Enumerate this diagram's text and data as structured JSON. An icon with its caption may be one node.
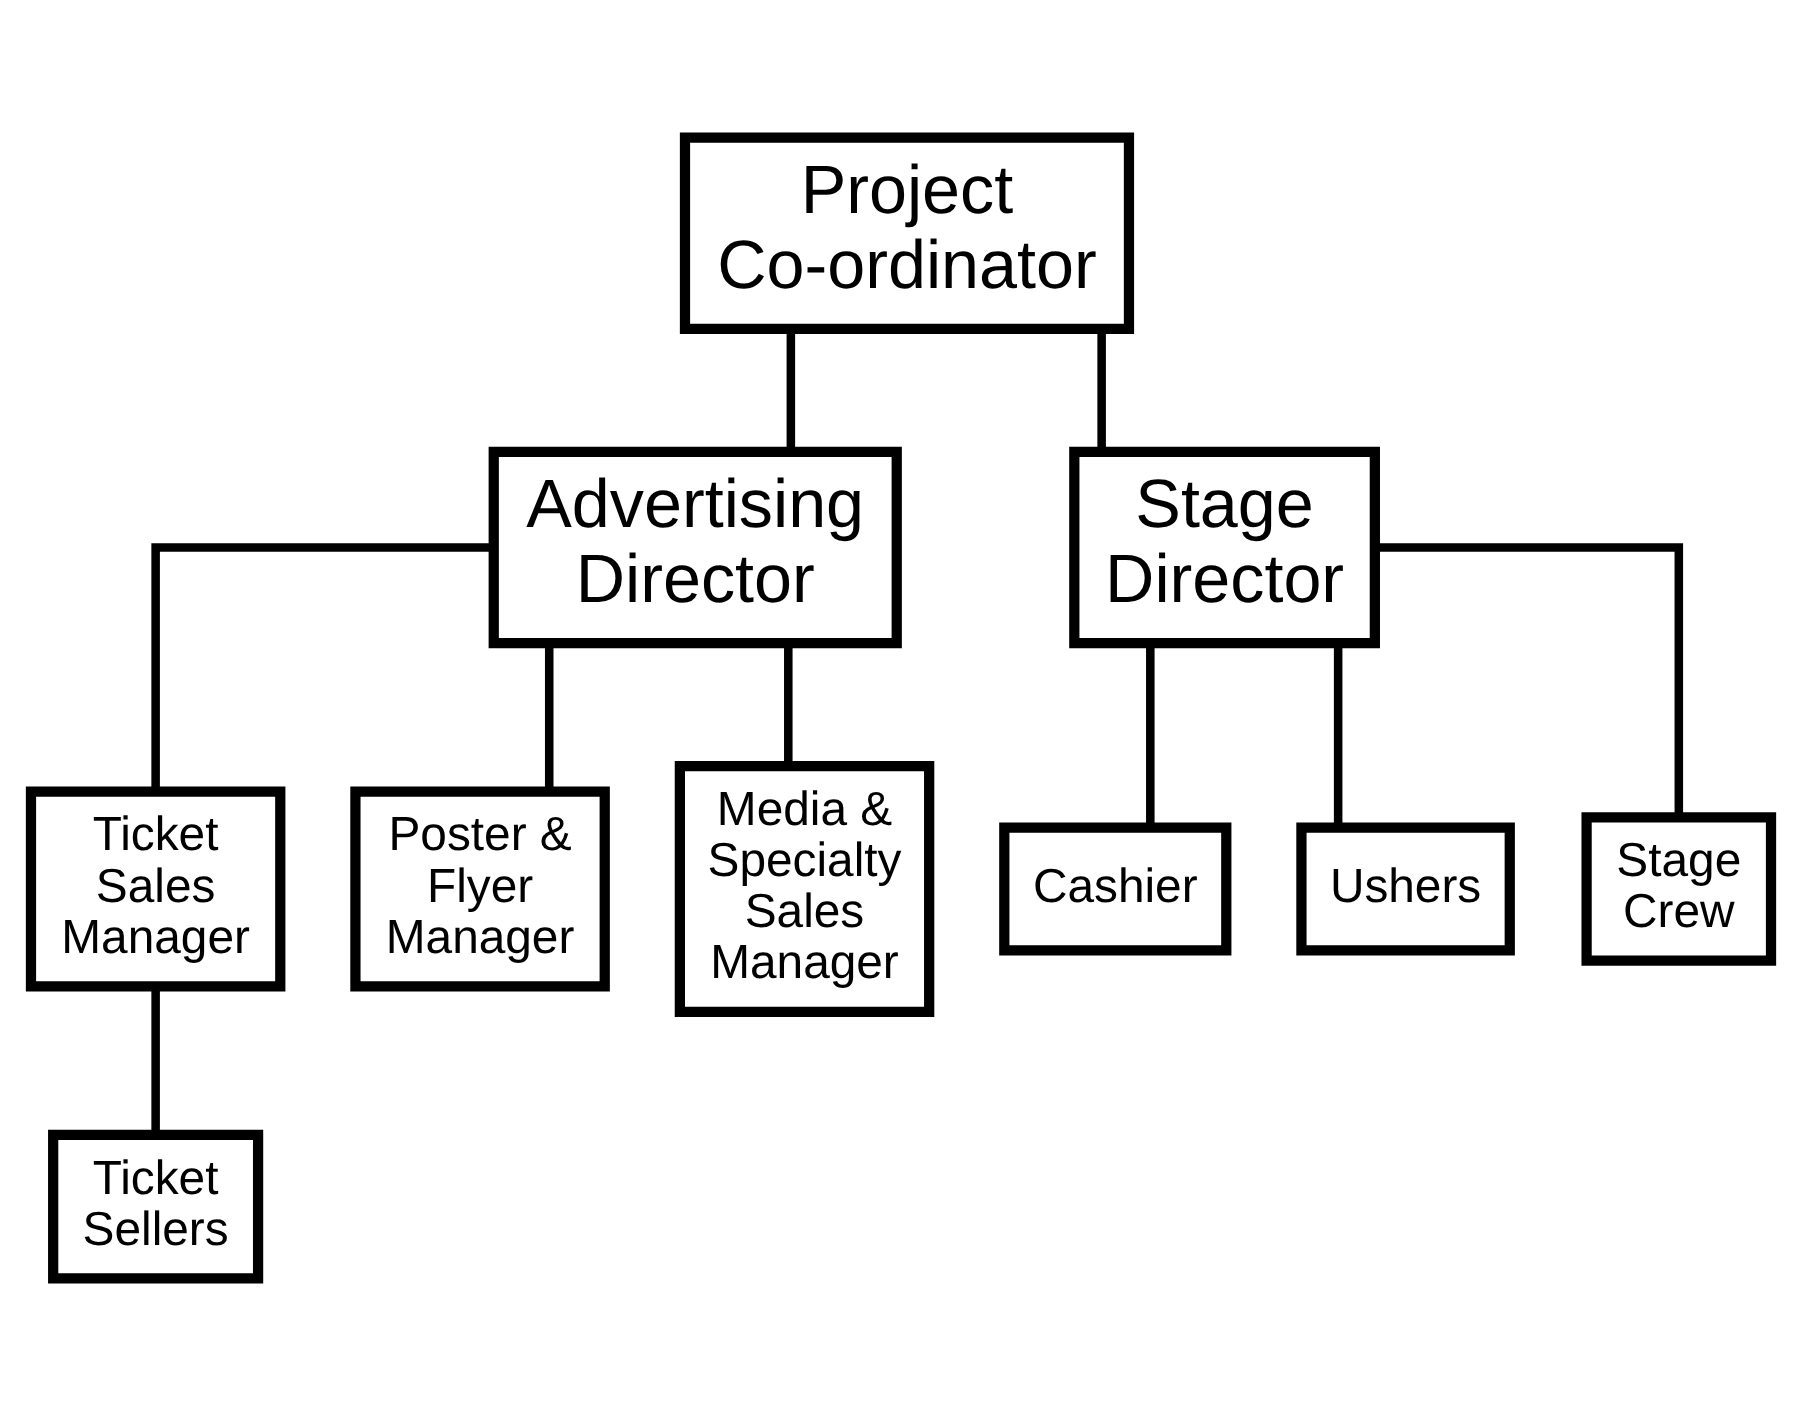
{
  "diagram": {
    "nodes": [
      {
        "text": [
          "Project Co-ordinator"
        ]
      },
      {
        "text": [
          "Advertising Director"
        ]
      },
      {
        "text": [
          "Stage Director"
        ]
      },
      {
        "text": [
          "Ticket Sales Manager"
        ]
      },
      {
        "text": [
          "Poster & Flyer Manager"
        ]
      },
      {
        "text": [
          "Media & Specialty Sales Manager"
        ]
      },
      {
        "text": [
          "Cashier"
        ]
      },
      {
        "text": [
          "Ushers"
        ]
      },
      {
        "text": [
          "Stage Crew"
        ]
      },
      {
        "text": [
          "Ticket Sellers"
        ]
      }
    ],
    "edges": [
      {
        "from": 0,
        "to": 1,
        "arrow": "none"
      },
      {
        "from": 0,
        "to": 2,
        "arrow": "none"
      },
      {
        "from": 1,
        "to": 3,
        "arrow": "none"
      },
      {
        "from": 1,
        "to": 4,
        "arrow": "none"
      },
      {
        "from": 1,
        "to": 5,
        "arrow": "none"
      },
      {
        "from": 2,
        "to": 6,
        "arrow": "none"
      },
      {
        "from": 2,
        "to": 7,
        "arrow": "none"
      },
      {
        "from": 2,
        "to": 8,
        "arrow": "none"
      },
      {
        "from": 3,
        "to": 9,
        "arrow": "none"
      }
    ]
  }
}
